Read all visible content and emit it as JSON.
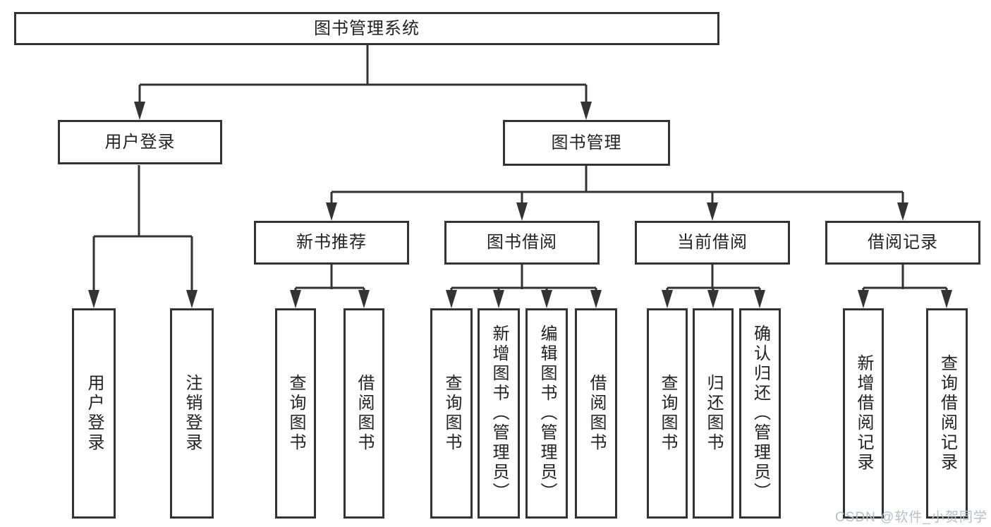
{
  "tree": {
    "root": {
      "label": "图书管理系统",
      "children": [
        {
          "label": "用户登录",
          "children": [
            {
              "label": "用户登录"
            },
            {
              "label": "注销登录"
            }
          ]
        },
        {
          "label": "图书管理",
          "children": [
            {
              "label": "新书推荐",
              "children": [
                {
                  "label": "查询图书"
                },
                {
                  "label": "借阅图书"
                }
              ]
            },
            {
              "label": "图书借阅",
              "children": [
                {
                  "label": "查询图书"
                },
                {
                  "label": "新增图书（管理员）"
                },
                {
                  "label": "编辑图书（管理员）"
                },
                {
                  "label": "借阅图书"
                }
              ]
            },
            {
              "label": "当前借阅",
              "children": [
                {
                  "label": "查询图书"
                },
                {
                  "label": "归还图书"
                },
                {
                  "label": "确认归还（管理员）"
                }
              ]
            },
            {
              "label": "借阅记录",
              "children": [
                {
                  "label": "新增借阅记录"
                },
                {
                  "label": "查询借阅记录"
                }
              ]
            }
          ]
        }
      ]
    }
  },
  "watermark": {
    "text": "CSDN @软件_小贺同学"
  },
  "colors": {
    "line": "#333333",
    "box_border": "#333333",
    "text": "#222222",
    "watermark": "#b9bdc5",
    "background": "#ffffff"
  }
}
